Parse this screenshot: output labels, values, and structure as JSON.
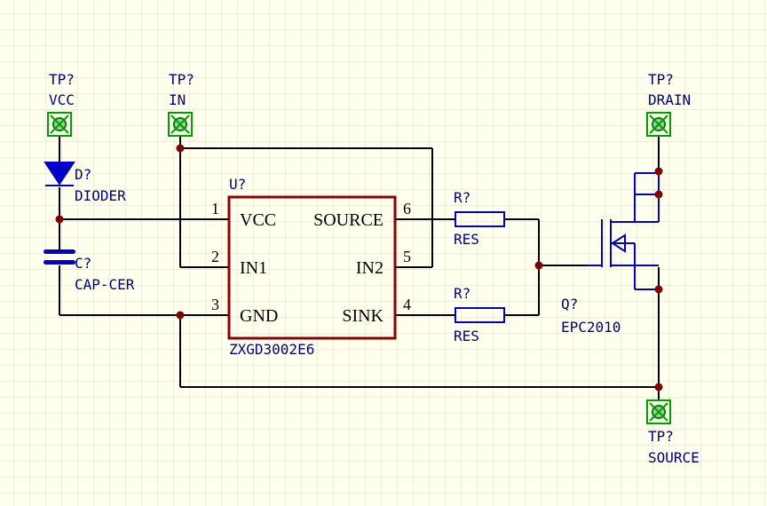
{
  "colors": {
    "background": "#ffffee",
    "grid": "#c8e0f0",
    "wire": "#000000",
    "component_body": "#8b0000",
    "symbol": "#0000c8",
    "text": "#000080",
    "testpoint": "#00a000",
    "junction": "#800000"
  },
  "icons": [
    "testpoint-icon",
    "diode-icon",
    "capacitor-icon",
    "resistor-icon",
    "nmos-transistor-icon",
    "junction-dot"
  ],
  "test_points": [
    {
      "designator": "TP?",
      "comment": "VCC"
    },
    {
      "designator": "TP?",
      "comment": "IN"
    },
    {
      "designator": "TP?",
      "comment": "DRAIN"
    },
    {
      "designator": "TP?",
      "comment": "SOURCE"
    }
  ],
  "diode": {
    "designator": "D?",
    "comment": "DIODER"
  },
  "capacitor": {
    "designator": "C?",
    "comment": "CAP-CER"
  },
  "ic": {
    "designator": "U?",
    "comment": "ZXGD3002E6",
    "pins": [
      {
        "number": "1",
        "name": "VCC"
      },
      {
        "number": "2",
        "name": "IN1"
      },
      {
        "number": "3",
        "name": "GND"
      },
      {
        "number": "6",
        "name": "SOURCE"
      },
      {
        "number": "5",
        "name": "IN2"
      },
      {
        "number": "4",
        "name": "SINK"
      }
    ]
  },
  "resistors": [
    {
      "designator": "R?",
      "comment": "RES"
    },
    {
      "designator": "R?",
      "comment": "RES"
    }
  ],
  "transistor": {
    "designator": "Q?",
    "comment": "EPC2010"
  }
}
